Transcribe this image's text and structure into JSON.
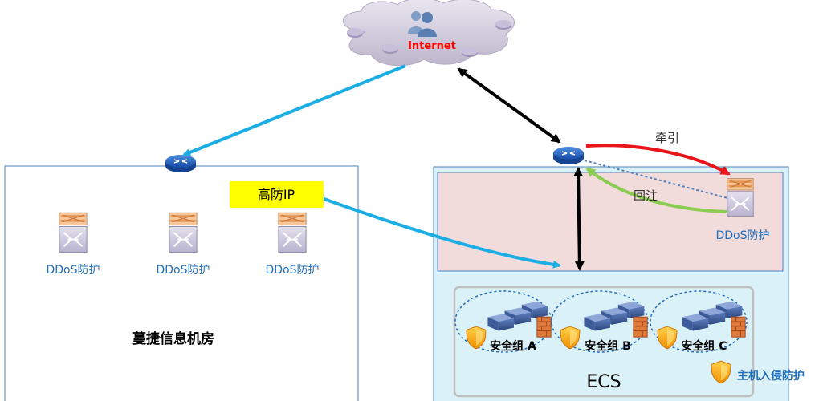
{
  "internet": {
    "label": "Internet"
  },
  "left_room": {
    "title": "蔓捷信息机房",
    "devices": [
      {
        "label": "DDoS防护"
      },
      {
        "label": "DDoS防护"
      },
      {
        "label": "DDoS防护"
      }
    ],
    "high_defense_ip": "高防IP"
  },
  "right_zone": {
    "ddos_label": "DDoS防护",
    "traction_label": "牵引",
    "reinjection_label": "回注",
    "ecs_label": "ECS",
    "security_groups": [
      {
        "label": "安全组 A"
      },
      {
        "label": "安全组 B"
      },
      {
        "label": "安全组 C"
      }
    ],
    "host_intrusion_label": "主机入侵防护"
  },
  "colors": {
    "blue_arrow": "#1aaee5",
    "black_arrow": "#000000",
    "red_arrow": "#e8161b",
    "green_arrow": "#8ccc52",
    "pink_zone": "#f2dcdb",
    "cyan_zone": "#dbf1f8",
    "label_blue": "#1f6dbd",
    "highlight": "#ffff00",
    "internet_red": "#ff0000"
  }
}
